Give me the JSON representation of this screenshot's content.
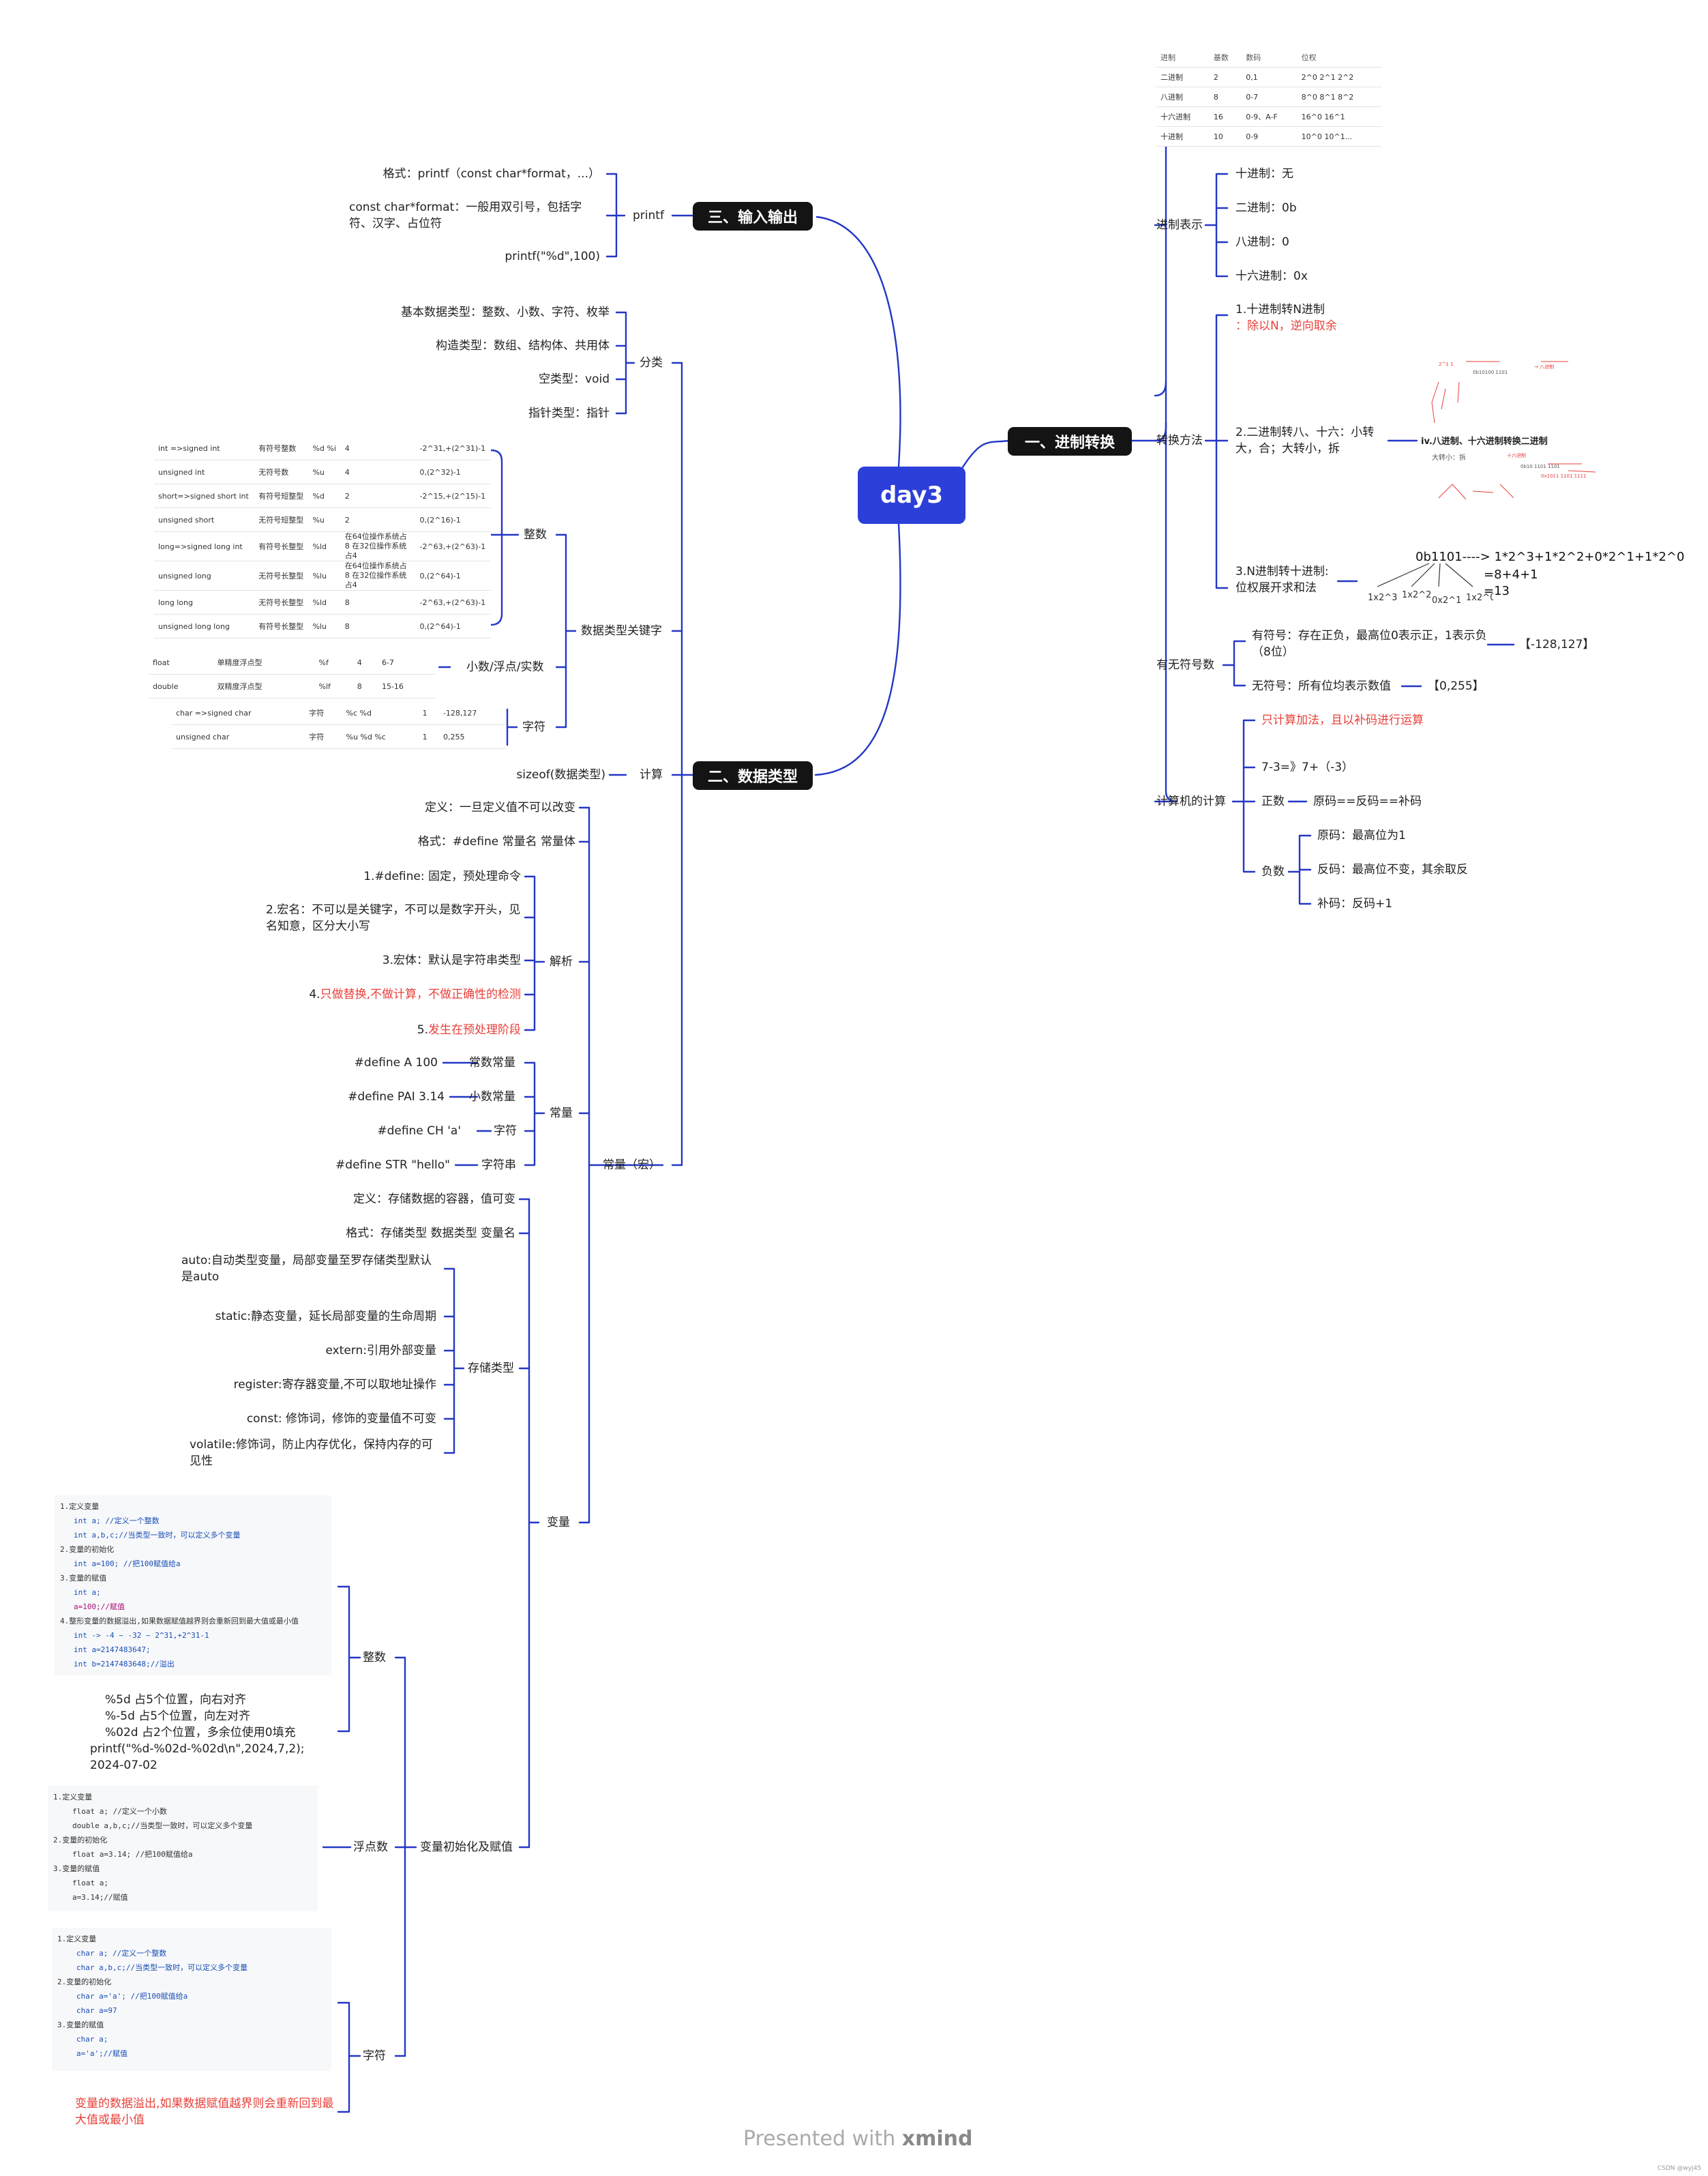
{
  "root": "day3",
  "branches": {
    "b1": "一、进制转换",
    "b2": "二、数据类型",
    "b3": "三、输入输出"
  },
  "b1": {
    "base_table": {
      "header": [
        "进制",
        "基数",
        "数码",
        "位权"
      ],
      "rows": [
        [
          "二进制",
          "2",
          "0,1",
          "2^0 2^1 2^2"
        ],
        [
          "八进制",
          "8",
          "0-7",
          "8^0 8^1 8^2"
        ],
        [
          "十六进制",
          "16",
          "0-9、A-F",
          "16^0 16^1"
        ],
        [
          "十进制",
          "10",
          "0-9",
          "10^0 10^1..."
        ]
      ]
    },
    "repr_label": "进制表示",
    "repr_items": [
      "十进制：无",
      "二进制：0b",
      "八进制：0",
      "十六进制：0x"
    ],
    "conv_label": "转换方法",
    "conv1_a": "1.十进制转N进制",
    "conv1_b": "：除以N，逆向取余",
    "conv2": "2.二进制转八、十六：小转大，合；大转小，拆",
    "conv2_note": "iv.八进制、十六进制转换二进制",
    "conv2_note2": "大转小：拆",
    "conv3": "3.N进制转十进制:位权展开求和法",
    "conv3_line1": "0b1101----> 1*2^3+1*2^2+0*2^1+1*2^0",
    "conv3_line2": "=8+4+1",
    "conv3_line3": "=13",
    "sign_label": "有无符号数",
    "signed": "有符号：存在正负，最高位0表示正，1表示负（8位）",
    "signed_range": "【-128,127】",
    "unsigned": "无符号：所有位均表示数值",
    "unsigned_range": "【0,255】",
    "calc_label": "计算机的计算",
    "calc_note": "只计算加法，且以补码进行运算",
    "calc_example": "7-3=》7+（-3）",
    "pos_label": "正数",
    "pos_item": "原码==反码==补码",
    "neg_label": "负数",
    "neg_items": [
      "原码：最高位为1",
      "反码：最高位不变，其余取反",
      "补码：反码+1"
    ]
  },
  "b3": {
    "printf": "printf",
    "items": [
      "格式：printf（const char*format，...）",
      "const char*format：一般用双引号，包括字符、汉字、占位符",
      "printf(\"%d\",100)"
    ]
  },
  "b2": {
    "cat_label": "分类",
    "cat_items": [
      "基本数据类型：整数、小数、字符、枚举",
      "构造类型：数组、结构体、共用体",
      "空类型：void",
      "指针类型：指针"
    ],
    "kw_label": "数据类型关键字",
    "int_label": "整数",
    "int_table": [
      [
        "int =>signed int",
        "有符号整数",
        "%d %i",
        "4",
        "-2^31,+(2^31)-1"
      ],
      [
        "unsigned int",
        "无符号数",
        "%u",
        "4",
        "0,(2^32)-1"
      ],
      [
        "short=>signed short int",
        "有符号短整型",
        "%d",
        "2",
        "-2^15,+(2^15)-1"
      ],
      [
        "unsigned short",
        "无符号短整型",
        "%u",
        "2",
        "0,(2^16)-1"
      ],
      [
        "long=>signed long int",
        "有符号长整型",
        "%ld",
        "在64位操作系统占8 在32位操作系统占4",
        "-2^63,+(2^63)-1"
      ],
      [
        "unsigned long",
        "无符号长整型",
        "%lu",
        "在64位操作系统占8 在32位操作系统占4",
        "0,(2^64)-1"
      ],
      [
        "long long",
        "无符号长整型",
        "%ld",
        "8",
        "-2^63,+(2^63)-1"
      ],
      [
        "unsigned long long",
        "有符号长整型",
        "%lu",
        "8",
        "0,(2^64)-1"
      ]
    ],
    "float_label": "小数/浮点/实数",
    "float_table": [
      [
        "float",
        "单精度浮点型",
        "%f",
        "4",
        "6-7"
      ],
      [
        "double",
        "双精度浮点型",
        "%lf",
        "8",
        "15-16"
      ]
    ],
    "char_label": "字符",
    "char_table": [
      [
        "char =>signed char",
        "字符",
        "%c %d",
        "1",
        "-128,127"
      ],
      [
        "unsigned char",
        "字符",
        "%u %d %c",
        "1",
        "0,255"
      ]
    ],
    "calc_label": "计算",
    "sizeof": "sizeof(数据类型)",
    "const_label": "常量（宏）",
    "const_def": "定义：一旦定义值不可以改变",
    "const_fmt": "格式：#define 常量名 常量体",
    "parse_label": "解析",
    "parse_items": [
      "1.#define: 固定，预处理命令",
      "2.宏名：不可以是关键字，不可以是数字开头，见名知意，区分大小写",
      "3.宏体：默认是字符串类型"
    ],
    "parse4_num": "4.",
    "parse4_red": "只做替换,不做计算，不做正确性的检测",
    "parse5_num": "5.",
    "parse5_red": "发生在预处理阶段",
    "cst_label": "常量",
    "cst_items": [
      [
        "#define A 100",
        "常数常量"
      ],
      [
        "#define PAI 3.14",
        "小数常量"
      ],
      [
        "#define CH 'a'",
        "字符"
      ],
      [
        "#define STR \"hello\"",
        "字符串"
      ]
    ],
    "var_label": "变量",
    "var_def": "定义：存储数据的容器，值可变",
    "var_fmt": "格式：存储类型 数据类型 变量名",
    "storage_label": "存储类型",
    "storage_items": [
      "auto:自动类型变量，局部变量至罗存储类型默认是auto",
      "static:静态变量，延长局部变量的生命周期",
      "extern:引用外部变量",
      "register:寄存器变量,不可以取地址操作",
      "const: 修饰词，修饰的变量值不可变",
      "volatile:修饰词，防止内存优化，保持内存的可见性"
    ],
    "init_label": "变量初始化及赋值",
    "int2_label": "整数",
    "int_code": [
      "1.定义变量",
      "int a; //定义一个整数",
      "int a,b,c;//当类型一致时，可以定义多个变量",
      "2.变量的初始化",
      "int a=100; //把100赋值给a",
      "3.变量的赋值",
      "int a;",
      "a=100;//赋值",
      "4.整形变量的数据溢出,如果数据赋值越界则会重新回到最大值或最小值",
      "int -> -4 ~ -32 ~ 2^31,+2^31-1",
      "int a=2147483647;",
      "int b=2147483648;//溢出"
    ],
    "fmt_lines": [
      "%5d   占5个位置，向右对齐",
      "%-5d   占5个位置，向左对齐",
      "%02d   占2个位置，多余位使用0填充",
      "printf(\"%d-%02d-%02d\\n\",2024,7,2);  2024-07-02"
    ],
    "float2_label": "浮点数",
    "float_code": [
      "1.定义变量",
      "float a; //定义一个小数",
      "double a,b,c;//当类型一致时，可以定义多个变量",
      "2.变量的初始化",
      "float a=3.14; //把100赋值给a",
      "3.变量的赋值",
      "float a;",
      "a=3.14;//赋值"
    ],
    "char2_label": "字符",
    "char_code": [
      "1.定义变量",
      "char a; //定义一个整数",
      "char a,b,c;//当类型一致时，可以定义多个变量",
      "2.变量的初始化",
      "char a='a'; //把100赋值给a",
      "char a=97",
      "3.变量的赋值",
      "char a;",
      "a='a';//赋值"
    ],
    "overflow_note": "变量的数据溢出,如果数据赋值越界则会重新回到最大值或最小值"
  },
  "footer": {
    "presented": "Presented with ",
    "brand": "xmind"
  },
  "watermark": "CSDN @wyj45",
  "colors": {
    "line": "#2337c6",
    "root": "#2c3fd8",
    "branch": "#141414",
    "red": "#e8403a"
  }
}
